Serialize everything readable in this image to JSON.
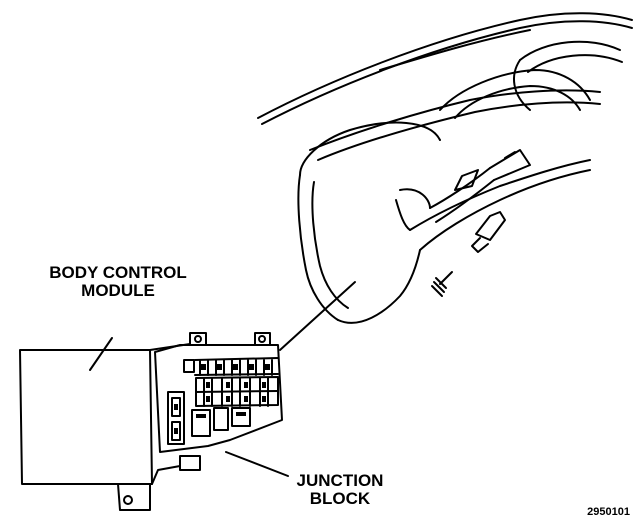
{
  "diagram": {
    "labels": {
      "body_control_module": [
        "BODY CONTROL",
        "MODULE"
      ],
      "junction_block": [
        "JUNCTION",
        "BLOCK"
      ]
    },
    "figure_code": "2950101"
  }
}
